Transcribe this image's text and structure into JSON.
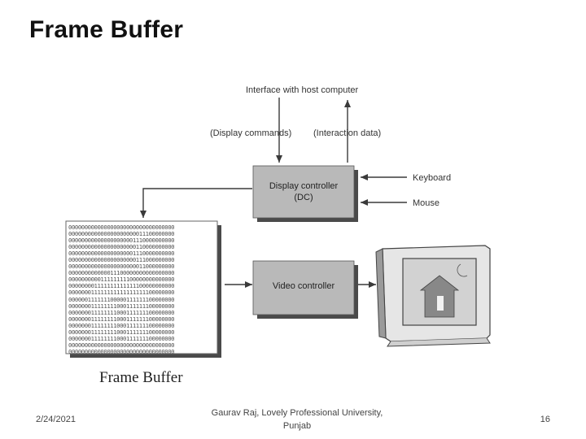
{
  "slide": {
    "title": "Frame Buffer"
  },
  "diagram": {
    "host_interface_label": "Interface with host computer",
    "display_commands_label": "(Display commands)",
    "interaction_data_label": "(Interaction data)",
    "display_controller_line1": "Display controller",
    "display_controller_line2": "(DC)",
    "keyboard_label": "Keyboard",
    "mouse_label": "Mouse",
    "video_controller_label": "Video controller",
    "frame_buffer_caption": "Frame Buffer",
    "frame_buffer_bits": [
      "000000000000000000000000000000000",
      "000000000000000000000011100000000",
      "000000000000000000001110000000000",
      "000000000000000000000110000000000",
      "000000000000000000001110000000000",
      "000000000000000000000111000000000",
      "000000000000000000000011000000000",
      "000000000000011100000000000000000",
      "000000000011111111100000000000000",
      "000000001111111111111100000000000",
      "000000011111111111111111100000000",
      "000000111111100000111111100000000",
      "000000011111111000111111100000000",
      "000000011111111000111111100000000",
      "000000011111111000111111100000000",
      "000000011111111000111111100000000",
      "000000011111111000111111100000000",
      "000000011111111000111111100000000",
      "000000000000000000000000000000000",
      "000000000000000000000000000000000"
    ]
  },
  "footer": {
    "date": "2/24/2021",
    "author": "Gaurav Raj, Lovely Professional University, Punjab",
    "page_number": "16"
  },
  "colors": {
    "box_fill": "#b9b9b9",
    "box_shadow": "#4a4a4a",
    "line": "#3a3a3a",
    "monitor_screen": "#d2d2d2"
  }
}
